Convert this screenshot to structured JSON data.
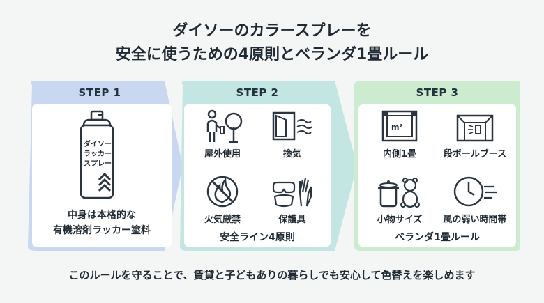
{
  "title": {
    "line1": "ダイソーのカラースプレーを",
    "line2": "安全に使うための4原則とベランダ1畳ルール"
  },
  "step1": {
    "header": "STEP 1",
    "can_text": [
      "ダイソー",
      "ラッカー",
      "スプレー"
    ],
    "caption_line1": "中身は本格的な",
    "caption_line2": "有機溶剤ラッカー塗料"
  },
  "step2": {
    "header": "STEP 2",
    "items": [
      "屋外使用",
      "換気",
      "火気厳禁",
      "保護具"
    ],
    "caption": "安全ライン4原則"
  },
  "step3": {
    "header": "STEP 3",
    "items": [
      "内側1畳",
      "段ボールブース",
      "小物サイズ",
      "風の弱い時間帯"
    ],
    "area_label": "m²",
    "caption": "ベランダ1畳ルール"
  },
  "bottom_text": "このルールを守ることで、賃貸と子どもありの暮らしでも安心して色替えを楽しめます",
  "colors": {
    "step1": "#c9d8f0",
    "step2": "#c4e6e3",
    "step3": "#cdeccf"
  }
}
